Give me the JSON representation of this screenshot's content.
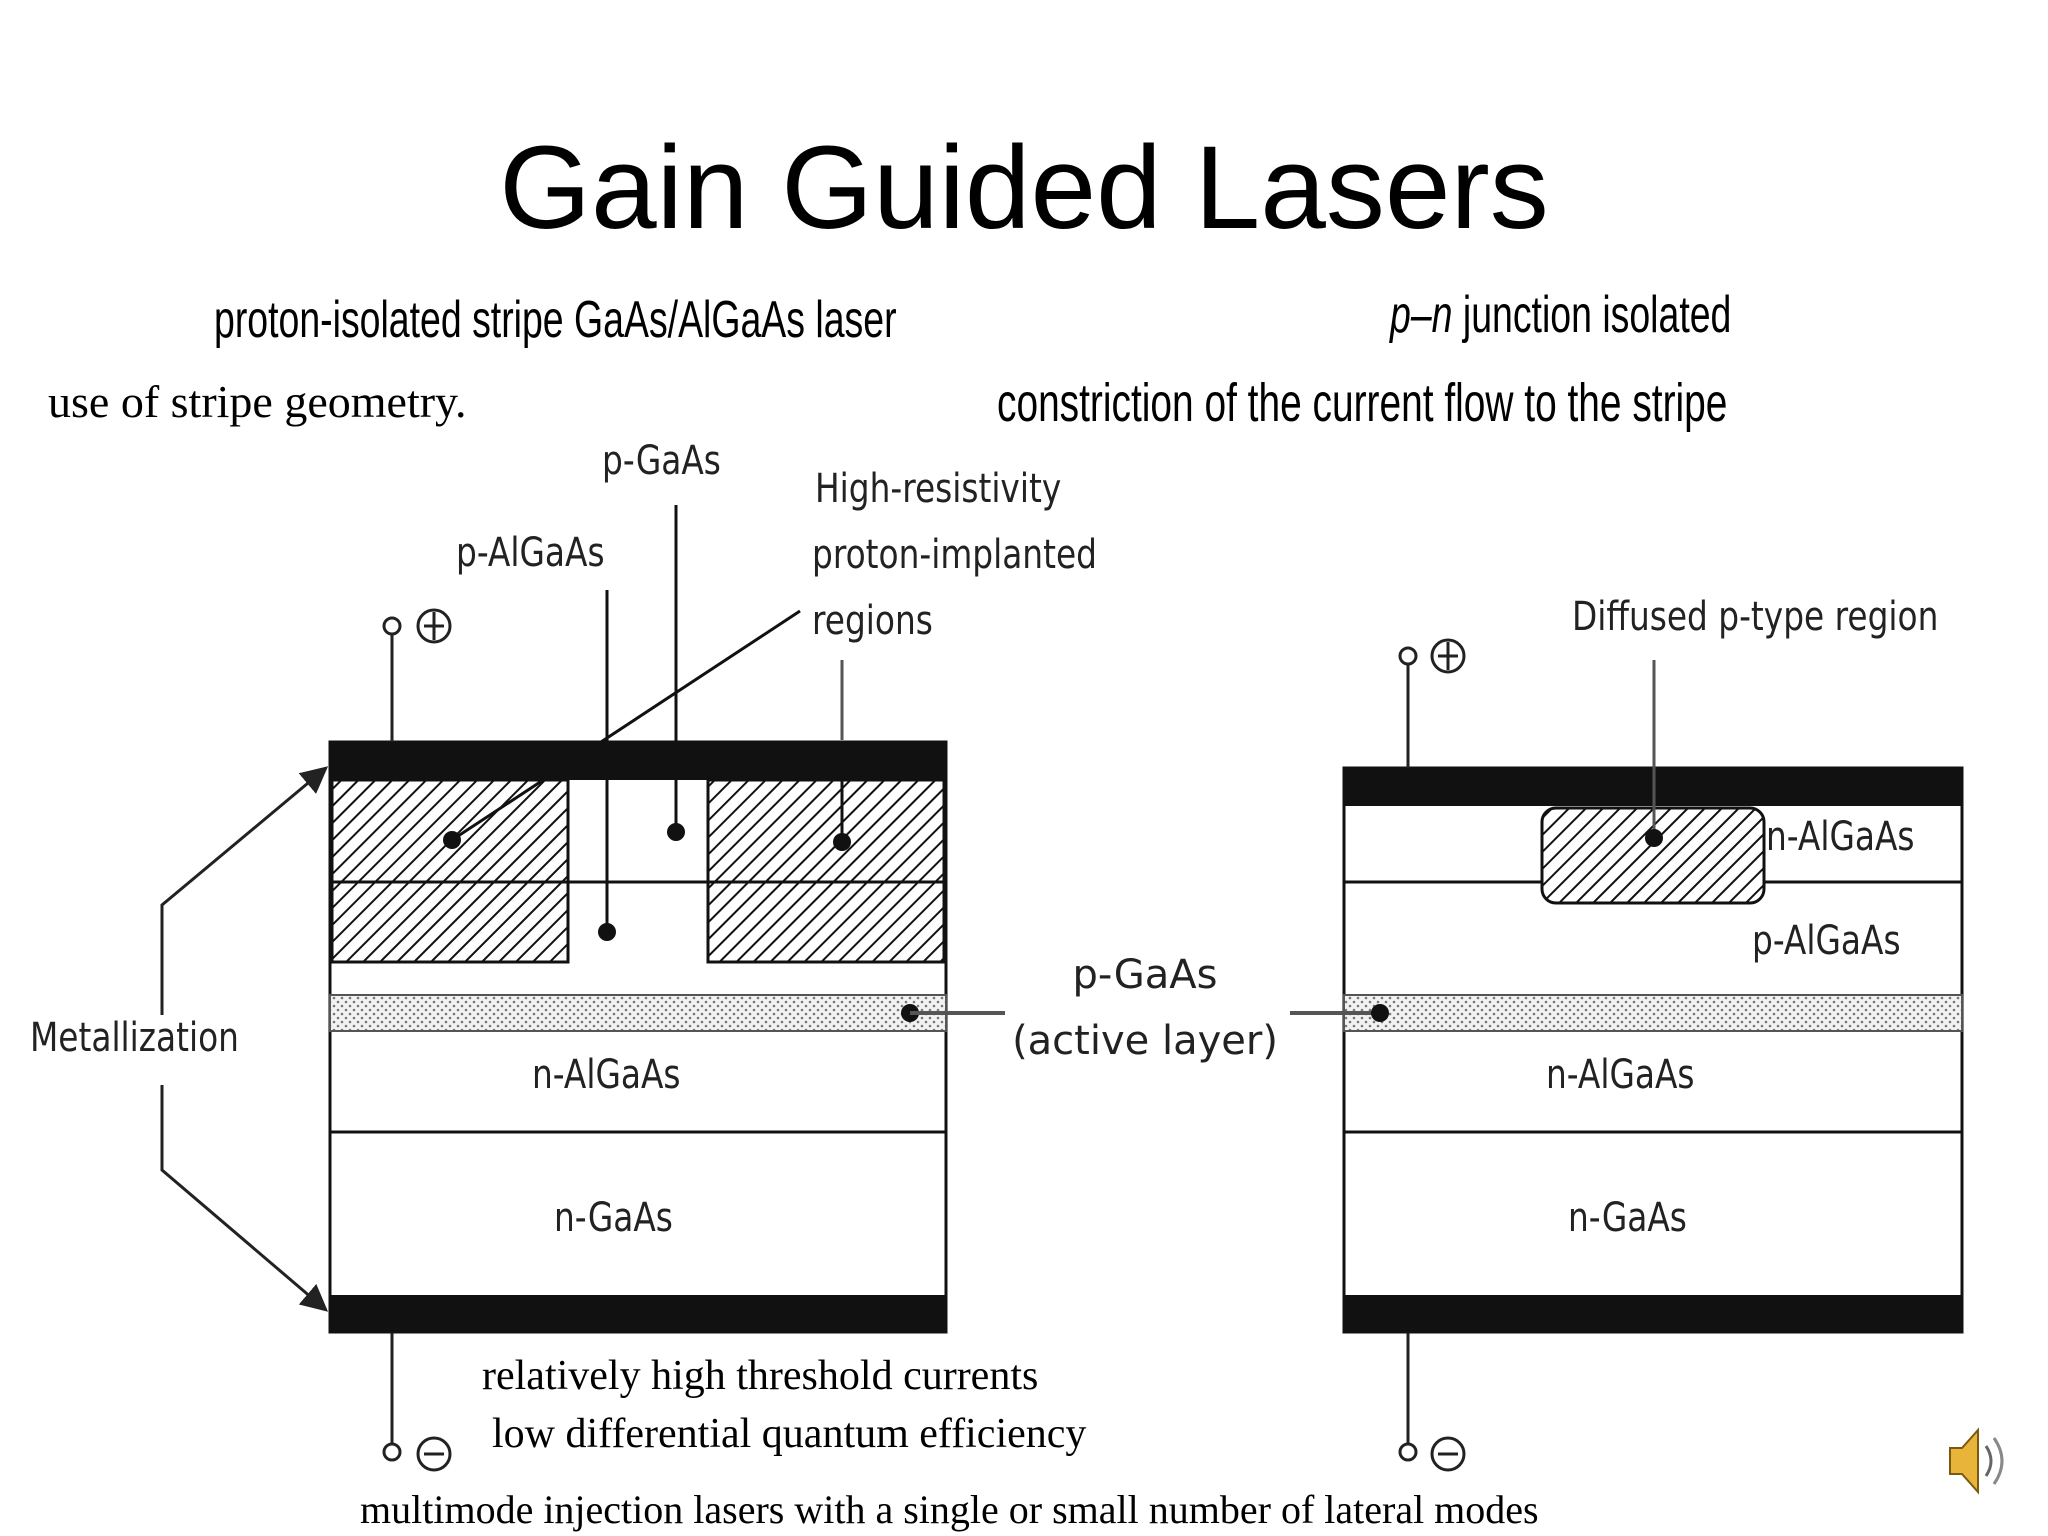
{
  "slide": {
    "title": "Gain Guided Lasers",
    "left_heading": "proton-isolated stripe GaAs/AlGaAs laser",
    "left_note": "use of stripe geometry.",
    "right_heading_italic": "p–n",
    "right_heading_rest": " junction isolated",
    "right_note": "constriction of the current flow to the stripe",
    "bottom_note_1": "relatively high threshold currents",
    "bottom_note_2": "low differential quantum efficiency",
    "bottom_note_3": "multimode injection lasers with a single or small number of lateral modes"
  },
  "diagram_left": {
    "label_p_gaas": "p-GaAs",
    "label_p_algaas": "p-AlGaAs",
    "label_high_res_1": "High-resistivity",
    "label_high_res_2": "proton-implanted",
    "label_high_res_3": "regions",
    "label_metallization": "Metallization",
    "label_n_algaas": "n-AlGaAs",
    "label_n_gaas": "n-GaAs"
  },
  "diagram_center": {
    "label_active_1": "p-GaAs",
    "label_active_2": "(active layer)"
  },
  "diagram_right": {
    "label_diffused": "Diffused p-type region",
    "label_n_algaas_top": "n-AlGaAs",
    "label_p_algaas": "p-AlGaAs",
    "label_n_algaas": "n-AlGaAs",
    "label_n_gaas": "n-GaAs"
  },
  "icons": {
    "speaker": "speaker-icon"
  }
}
